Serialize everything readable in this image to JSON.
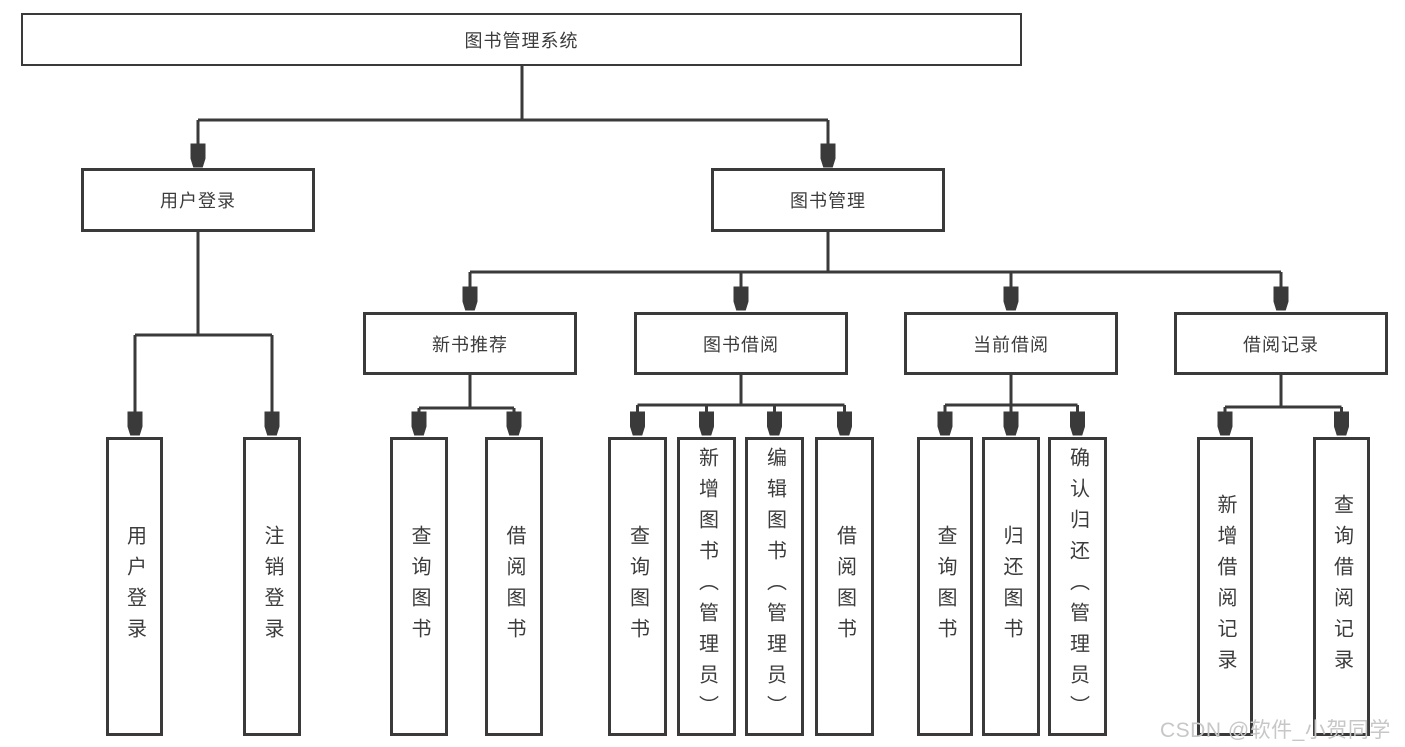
{
  "diagram_type": "hierarchy-tree",
  "tree": {
    "root": {
      "label": "图书管理系统"
    },
    "branches": [
      {
        "label": "用户登录",
        "children": [
          {
            "label": "用户登录"
          },
          {
            "label": "注销登录"
          }
        ]
      },
      {
        "label": "图书管理",
        "children": [
          {
            "label": "新书推荐",
            "children": [
              {
                "label": "查询图书"
              },
              {
                "label": "借阅图书"
              }
            ]
          },
          {
            "label": "图书借阅",
            "children": [
              {
                "label": "查询图书"
              },
              {
                "label": "新增图书（管理员）"
              },
              {
                "label": "编辑图书（管理员）"
              },
              {
                "label": "借阅图书"
              }
            ]
          },
          {
            "label": "当前借阅",
            "children": [
              {
                "label": "查询图书"
              },
              {
                "label": "归还图书"
              },
              {
                "label": "确认归还（管理员）"
              }
            ]
          },
          {
            "label": "借阅记录",
            "children": [
              {
                "label": "新增借阅记录"
              },
              {
                "label": "查询借阅记录"
              }
            ]
          }
        ]
      }
    ]
  },
  "watermark": "CSDN @软件_小贺同学",
  "colors": {
    "line": "#3a3a3a",
    "text": "#3c3c3c",
    "watermark": "#c7c7c7",
    "background": "#ffffff"
  }
}
